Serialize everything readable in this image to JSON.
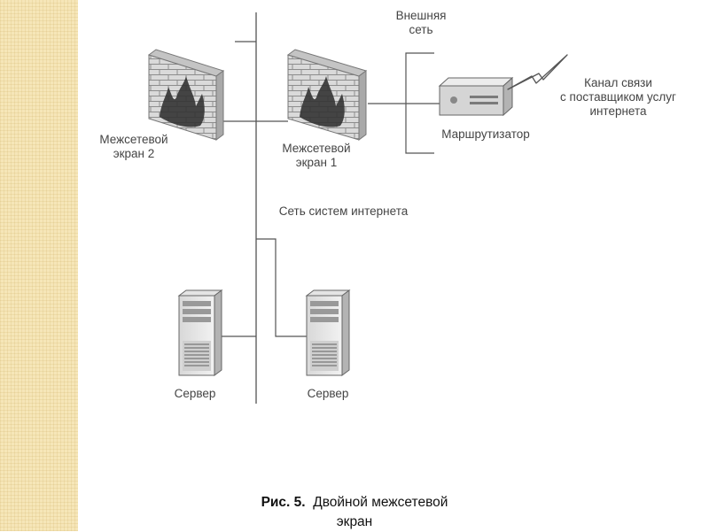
{
  "labels": {
    "external_network": "Внешняя\nсеть",
    "channel": "Канал связи\nс поставщиком услуг\nинтернета",
    "router": "Маршрутизатор",
    "firewall2": "Межсетевой\nэкран 2",
    "firewall1": "Межсетевой\nэкран 1",
    "internet_systems_network": "Сеть систем интернета",
    "server_left": "Сервер",
    "server_right": "Сервер"
  },
  "caption": {
    "prefix": "Рис. 5.",
    "line1": "Двойной межсетевой",
    "line2": "экран"
  },
  "icons": [
    "firewall-icon",
    "router-icon",
    "lightning-icon",
    "server-icon"
  ],
  "colors": {
    "margin_strip": "#f6e6b8",
    "line": "#555555",
    "text": "#444444"
  }
}
